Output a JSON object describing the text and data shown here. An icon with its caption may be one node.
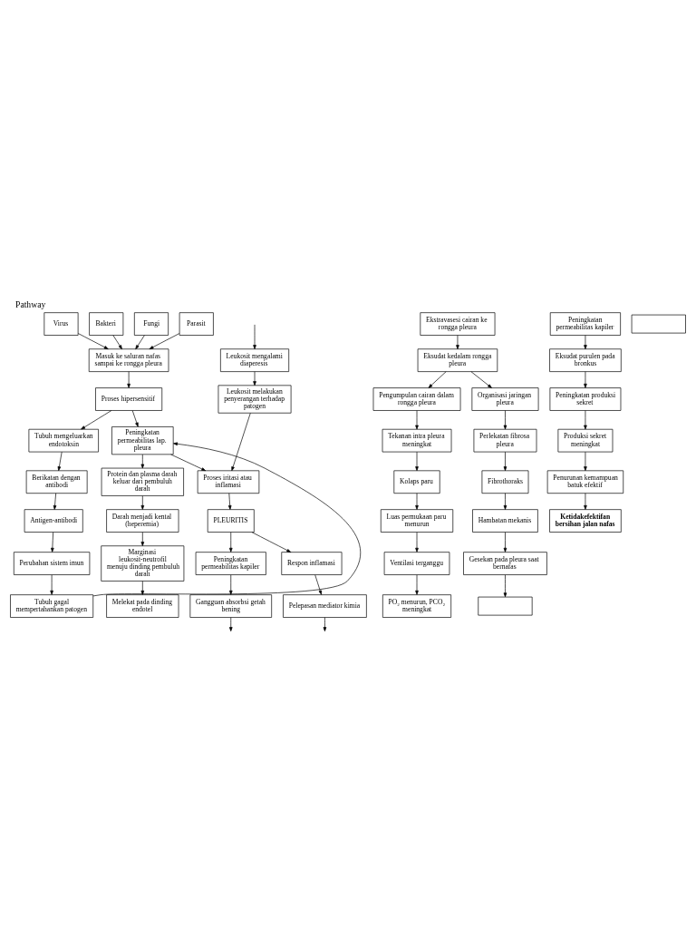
{
  "diagram": {
    "title": "Pathway",
    "nodes": [
      {
        "text": [
          "Virus"
        ]
      },
      {
        "text": [
          "Bakteri"
        ]
      },
      {
        "text": [
          "Fungi"
        ]
      },
      {
        "text": [
          "Parasit"
        ]
      },
      {
        "text": [
          "Masuk ke saluran nafas sampai ke rongga pleura"
        ]
      },
      {
        "text": [
          "Proses hipersensitif"
        ]
      },
      {
        "text": [
          "Tubuh mengeluarkan endotoksin"
        ]
      },
      {
        "text": [
          "Berikatan dengan antibodi"
        ]
      },
      {
        "text": [
          "Peningkatan permeabilitas lap. pleura"
        ]
      },
      {
        "text": [
          "Protein dan plasma darah keluar dari pembuluh darah"
        ]
      },
      {
        "text": [
          "Antigen-antibodi"
        ]
      },
      {
        "text": [
          "Proses iritasi atau inflamasi"
        ]
      },
      {
        "text": [
          "Perubahan sistem imun"
        ]
      },
      {
        "text": [
          "Darah menjadi kental (heperemia)"
        ]
      },
      {
        "text": [
          "PLEURITIS"
        ]
      },
      {
        "text": [
          "Tubuh gagal mempertahankan patogen"
        ]
      },
      {
        "text": [
          "Marginasi leukosit-neutrofil menuju dinding pembuluh darah"
        ]
      },
      {
        "text": [
          "Peningkatan permeabilitas kapiler"
        ]
      },
      {
        "text": [
          "Respon inflamasi"
        ]
      },
      {
        "text": [
          "Gangguan absorbsi getah bening"
        ]
      },
      {
        "text": [
          "Pelepasan mediator kimia"
        ]
      },
      {
        "text": [
          "Melekat pada dinding endotel"
        ]
      },
      {
        "text": [
          "Ekstravasesi cairan ke rongga pleura"
        ]
      },
      {
        "text": [
          "Peningkatan permeabilitas kapiler"
        ]
      },
      {
        "text": [
          "Leukosit mengalami diaperesis"
        ]
      },
      {
        "text": [
          "Eksudat kedalam rongga pleura"
        ]
      },
      {
        "text": [
          "Eksudat purulen pada bronkus"
        ]
      },
      {
        "text": [
          "Leukosit melakukan penyerangan terhadap patogen"
        ]
      },
      {
        "text": [
          "Pengumpulan cairan dalam rongga pleura"
        ]
      },
      {
        "text": [
          "Organisasi jaringan pleura"
        ]
      },
      {
        "text": [
          "Peningkatan produksi sekret"
        ]
      },
      {
        "text": [
          "Tekanan intra pleura meningkat"
        ]
      },
      {
        "text": [
          "Produksi sekret meningkat"
        ]
      },
      {
        "text": [
          "Perlekatan fibrosa pleura"
        ]
      },
      {
        "text": [
          "Penurunan kemampuan batuk efektif"
        ]
      },
      {
        "text": [
          "Kolaps paru"
        ]
      },
      {
        "text": [
          "Fibrothoraks"
        ]
      },
      {
        "text": [
          "Ketidakefektifan bersihan jalan nafas"
        ]
      },
      {
        "text": [
          "Hambatan mekanis"
        ]
      },
      {
        "text": [
          "Luas permukaan paru menurun"
        ]
      },
      {
        "text": [
          "Gesekan pada pleura saat bernafas"
        ]
      },
      {
        "text": [
          "Ventilasi terganggu"
        ]
      },
      {
        "text": [
          "PO₂ menurun, PCO₂ meningkat"
        ]
      },
      {
        "text": [],
        "shape": "box"
      },
      {
        "text": [],
        "shape": "box"
      }
    ],
    "edges": [
      {
        "from": 0,
        "to": 4,
        "arrow": "to"
      },
      {
        "from": 1,
        "to": 4,
        "arrow": "to"
      },
      {
        "from": 2,
        "to": 4,
        "arrow": "to"
      },
      {
        "from": 3,
        "to": 4,
        "arrow": "to"
      },
      {
        "from": 4,
        "to": 5,
        "arrow": "to"
      },
      {
        "from": 5,
        "to": 6,
        "arrow": "to"
      },
      {
        "from": 6,
        "to": 7,
        "arrow": "to"
      },
      {
        "from": 5,
        "to": 8,
        "arrow": "to"
      },
      {
        "from": 8,
        "to": 9,
        "arrow": "to"
      },
      {
        "from": 7,
        "to": 10,
        "arrow": "to"
      },
      {
        "from": 8,
        "to": 11,
        "arrow": "to"
      },
      {
        "from": 10,
        "to": 12,
        "arrow": "to"
      },
      {
        "from": 9,
        "to": 13,
        "arrow": "to"
      },
      {
        "from": 11,
        "to": 14,
        "arrow": "to"
      },
      {
        "from": 12,
        "to": 15,
        "arrow": "to"
      },
      {
        "from": 15,
        "to": 8,
        "arrow": "to"
      },
      {
        "from": 13,
        "to": 16,
        "arrow": "to"
      },
      {
        "from": 14,
        "to": 17,
        "arrow": "to"
      },
      {
        "from": 14,
        "to": 18,
        "arrow": "to"
      },
      {
        "from": 16,
        "to": 21,
        "arrow": "to"
      },
      {
        "from": 17,
        "to": 19,
        "arrow": "to"
      },
      {
        "from": 18,
        "to": 20,
        "arrow": "to"
      },
      {
        "from": 19,
        "to": null,
        "arrow": "to"
      },
      {
        "from": 20,
        "to": null,
        "arrow": "to"
      },
      {
        "from": null,
        "to": 24,
        "arrow": "to"
      },
      {
        "from": 27,
        "to": 11,
        "arrow": "to"
      },
      {
        "from": 22,
        "to": 25,
        "arrow": "to"
      },
      {
        "from": 25,
        "to": 28,
        "arrow": "to"
      },
      {
        "from": 25,
        "to": 29,
        "arrow": "to"
      },
      {
        "from": 23,
        "to": 26,
        "arrow": "to"
      },
      {
        "from": 24,
        "to": 27,
        "arrow": "to"
      },
      {
        "from": 26,
        "to": 30,
        "arrow": "to"
      },
      {
        "from": 28,
        "to": 31,
        "arrow": "to"
      },
      {
        "from": 29,
        "to": 33,
        "arrow": "to"
      },
      {
        "from": 30,
        "to": 32,
        "arrow": "to"
      },
      {
        "from": 31,
        "to": 35,
        "arrow": "to"
      },
      {
        "from": 32,
        "to": 34,
        "arrow": "to"
      },
      {
        "from": 33,
        "to": 36,
        "arrow": "to"
      },
      {
        "from": 34,
        "to": 37,
        "arrow": "to"
      },
      {
        "from": 35,
        "to": 39,
        "arrow": "to"
      },
      {
        "from": 36,
        "to": 38,
        "arrow": "to"
      },
      {
        "from": 38,
        "to": 40,
        "arrow": "to"
      },
      {
        "from": 39,
        "to": 41,
        "arrow": "to"
      },
      {
        "from": 40,
        "to": 43,
        "arrow": "to"
      },
      {
        "from": 41,
        "to": 42,
        "arrow": "to"
      }
    ]
  }
}
